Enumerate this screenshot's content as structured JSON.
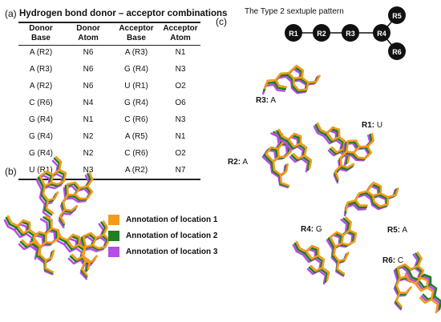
{
  "panel_a": {
    "label": "(a)",
    "title": "Hydrogen bond donor – acceptor combinations",
    "headers": [
      [
        "Donor",
        "Base"
      ],
      [
        "Donor",
        "Atom"
      ],
      [
        "Acceptor",
        "Base"
      ],
      [
        "Acceptor",
        "Atom"
      ]
    ],
    "rows": [
      [
        "A (R2)",
        "N6",
        "A (R3)",
        "N1"
      ],
      [
        "A (R3)",
        "N6",
        "G (R4)",
        "N3"
      ],
      [
        "A (R2)",
        "N6",
        "U (R1)",
        "O2"
      ],
      [
        "C (R6)",
        "N4",
        "G (R4)",
        "O6"
      ],
      [
        "G (R4)",
        "N1",
        "C (R6)",
        "N3"
      ],
      [
        "G (R4)",
        "N2",
        "A (R5)",
        "N1"
      ],
      [
        "G (R4)",
        "N2",
        "C (R6)",
        "O2"
      ],
      [
        "U (R1)",
        "N3",
        "A (R2)",
        "N7"
      ]
    ]
  },
  "panel_b": {
    "label": "(b)",
    "legend": [
      {
        "text": "Annotation of location 1",
        "color": "#f39a1c"
      },
      {
        "text": "Annotation of location 2",
        "color": "#1f7f22"
      },
      {
        "text": "Annotation of location 3",
        "color": "#b44ee6"
      }
    ]
  },
  "panel_c": {
    "label": "(c)",
    "title": "The Type 2 sextuple pattern",
    "nodes": [
      "R1",
      "R2",
      "R3",
      "R4",
      "R5",
      "R6"
    ],
    "residue_labels": [
      {
        "id": "R3:",
        "base": " A"
      },
      {
        "id": "R1:",
        "base": " U"
      },
      {
        "id": "R2:",
        "base": " A"
      },
      {
        "id": "R4:",
        "base": " G"
      },
      {
        "id": "R5:",
        "base": " A"
      },
      {
        "id": "R6:",
        "base": " C"
      }
    ]
  },
  "colors": {
    "orange": "#f39a1c",
    "green": "#1f7f22",
    "purple": "#b44ee6",
    "node_fill": "#111111"
  }
}
